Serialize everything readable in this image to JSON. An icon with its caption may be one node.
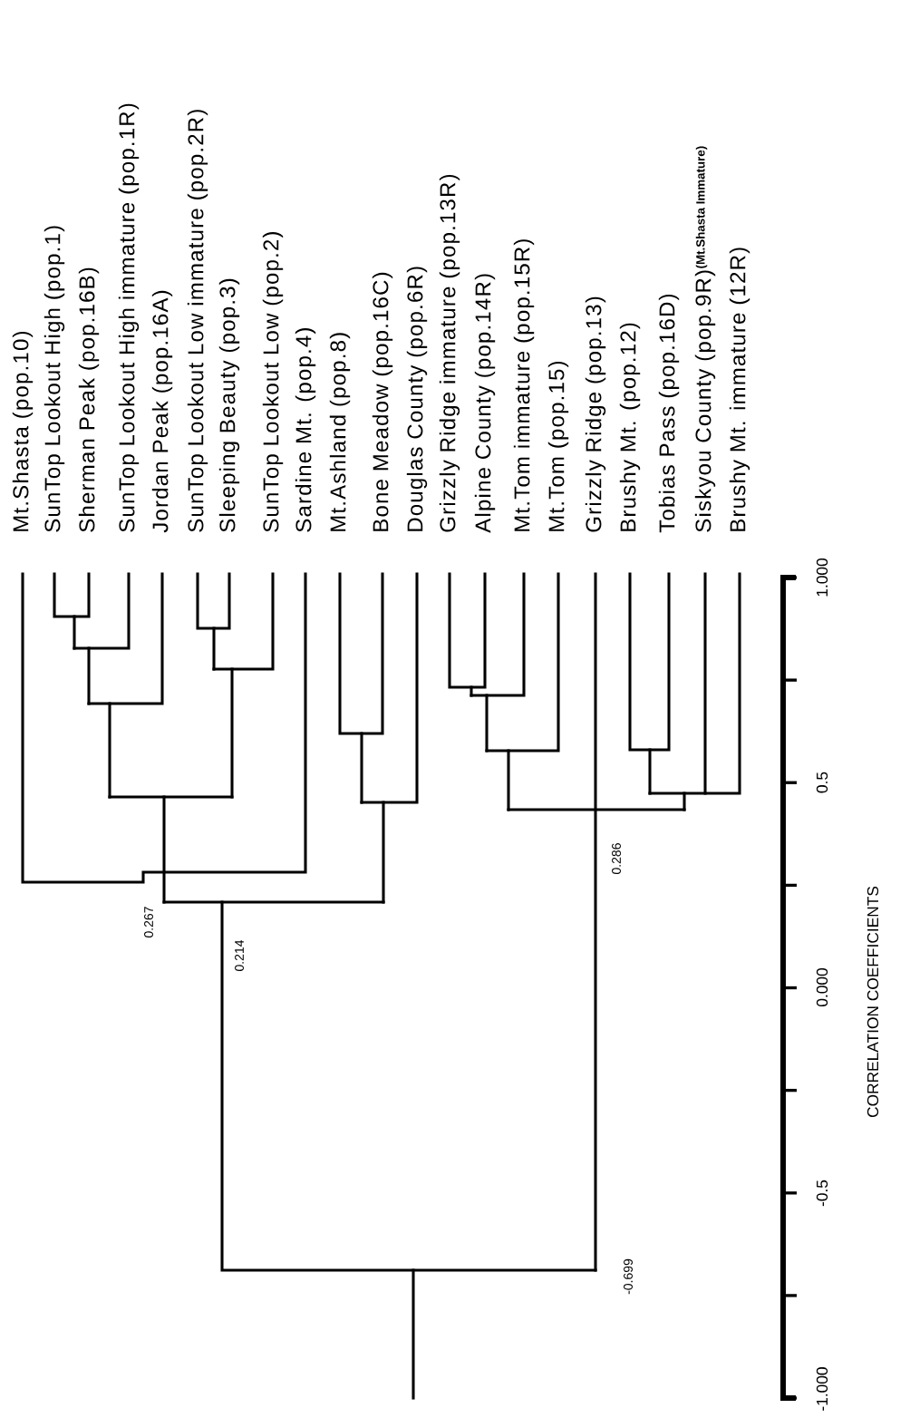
{
  "diagram": {
    "labels": [
      "Mt.Shasta (pop.10)",
      "SunTop Lookout High (pop.1)",
      "Sherman Peak (pop.16B)",
      "SunTop Lookout High immature (pop.1R)",
      "Jordan Peak (pop.16A)",
      "SunTop Lookout Low immature (pop.2R)",
      "Sleeping Beauty (pop.3)",
      "SunTop Lookout Low (pop.2)",
      "Sardine Mt. (pop.4)",
      "Mt.Ashland (pop.8)",
      "Bone Meadow (pop.16C)",
      "Douglas County (pop.6R)",
      "Grizzly Ridge immature (pop.13R)",
      "Alpine County (pop.14R)",
      "Mt.Tom immature (pop.15R)",
      "Mt.Tom (pop.15)",
      "Grizzly Ridge (pop.13)",
      "Brushy Mt. (pop.12)",
      "Tobias Pass (pop.16D)",
      "Siskyou County (pop.9R)",
      "(Mt.Shasta Immature)",
      "Brushy Mt. immature (12R)",
      "0.267",
      "0.214",
      "0.286",
      "-0.699",
      "1.000",
      "0.5",
      "0.000",
      "-0.5",
      "-1.000",
      "CORRELATION COEFFICIENTS"
    ]
  }
}
